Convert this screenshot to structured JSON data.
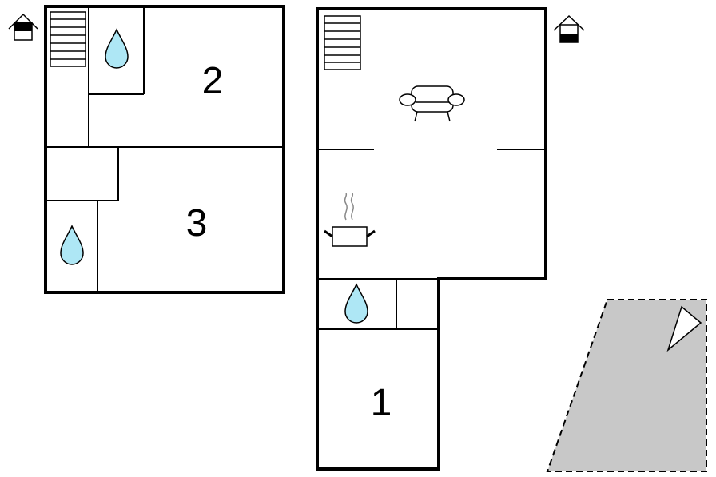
{
  "floor_plan": {
    "rooms": [
      {
        "number": "2"
      },
      {
        "number": "3"
      },
      {
        "number": "1"
      }
    ],
    "icons": {
      "floor_indicator": "house-floor-icon",
      "stairs": "stairs-icon",
      "bathroom": "water-drop-icon",
      "living_room": "sofa-icon",
      "kitchen": "cooking-pot-icon",
      "north": "north-arrow-icon",
      "terrace": "terrace-area"
    },
    "colors": {
      "walls": "#000000",
      "water_drop": "#aee7f5",
      "terrace": "#c8c8c8",
      "floor_fill": "#ffffff"
    }
  }
}
